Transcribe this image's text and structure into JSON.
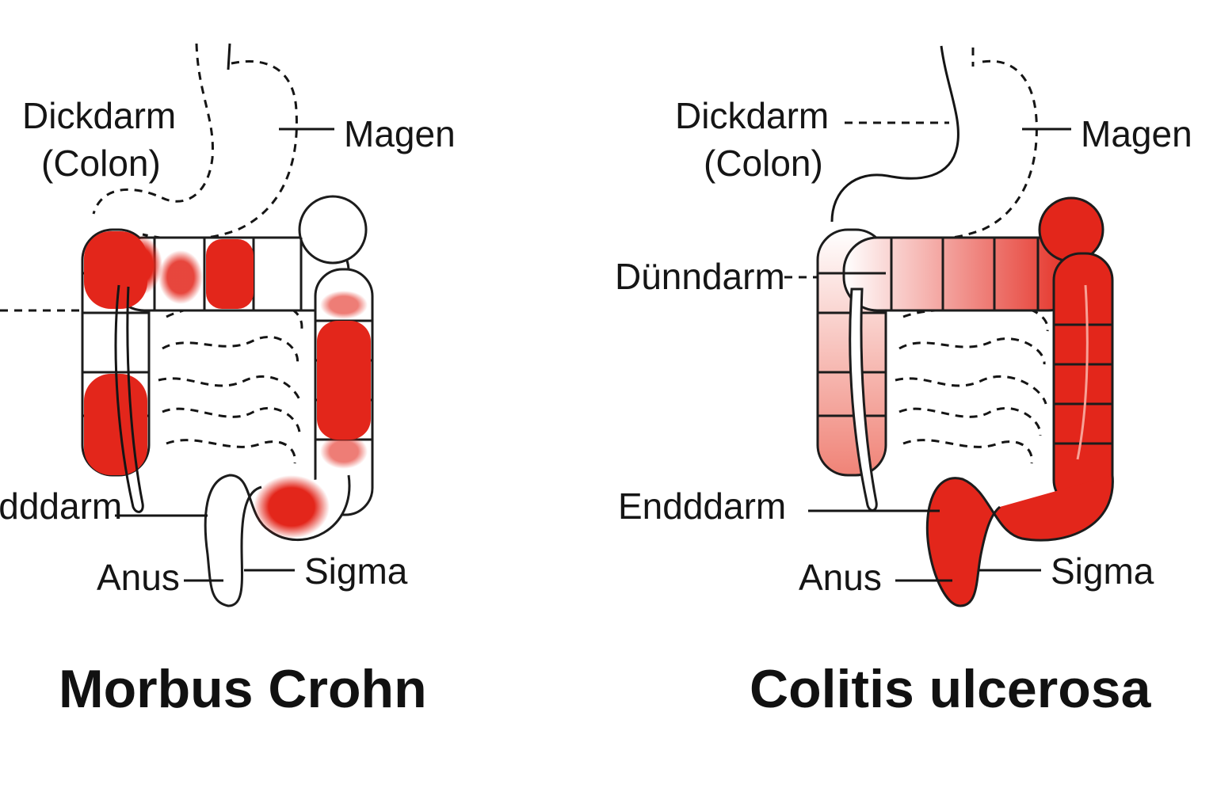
{
  "colors": {
    "inflamed": "#e3261b",
    "inflamed_soft": "#f4a79e",
    "healthy": "#ffffff",
    "outline": "#1c1c1c"
  },
  "left_panel": {
    "title": "Morbus Crohn",
    "labels": {
      "colon": "Dickdarm",
      "colon_sub": "(Colon)",
      "stomach": "Magen",
      "rectum": "Endddarm",
      "anus": "Anus",
      "sigma": "Sigma"
    }
  },
  "right_panel": {
    "title": "Colitis ulcerosa",
    "labels": {
      "colon": "Dickdarm",
      "colon_sub": "(Colon)",
      "stomach": "Magen",
      "small_intestine": "Dünndarm",
      "rectum": "Endddarm",
      "anus": "Anus",
      "sigma": "Sigma"
    }
  }
}
